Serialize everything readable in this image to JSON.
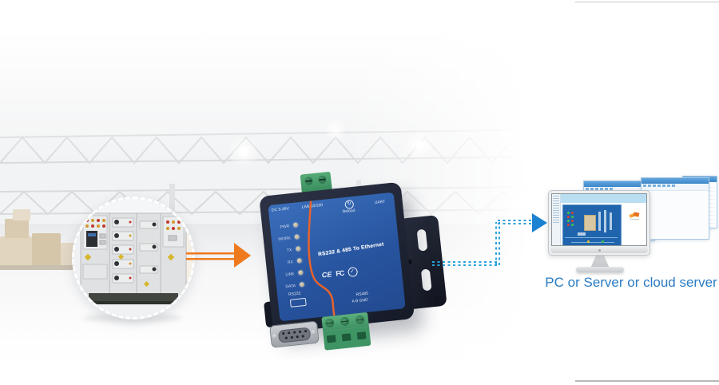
{
  "caption": {
    "text": "PC or Server or cloud server",
    "color": "#2a7cc4"
  },
  "arrows": {
    "orange_color": "#ef7a1e",
    "blue_color": "#2aa2de",
    "blue_head_color": "#1b83d2"
  },
  "device": {
    "title": "RS232 & 485 To Ethernet",
    "leds": [
      "PWR",
      "WORK",
      "TX",
      "RX",
      "LINK",
      "DATA"
    ],
    "top_labels": {
      "power": "DC 5-36V",
      "lan": "LAN 10/100",
      "reload": "Reload",
      "uart": "UART"
    },
    "certs": [
      "CE",
      "FC",
      "✓"
    ],
    "bottom_labels": {
      "rs232": "RS232",
      "rs485": "RS485",
      "pins": "A B GND"
    },
    "colors": {
      "panel_blue": "#2f62ae",
      "stripe_orange": "#e8632c",
      "body_dark": "#1d2230",
      "terminal_green": "#43a06a"
    }
  }
}
